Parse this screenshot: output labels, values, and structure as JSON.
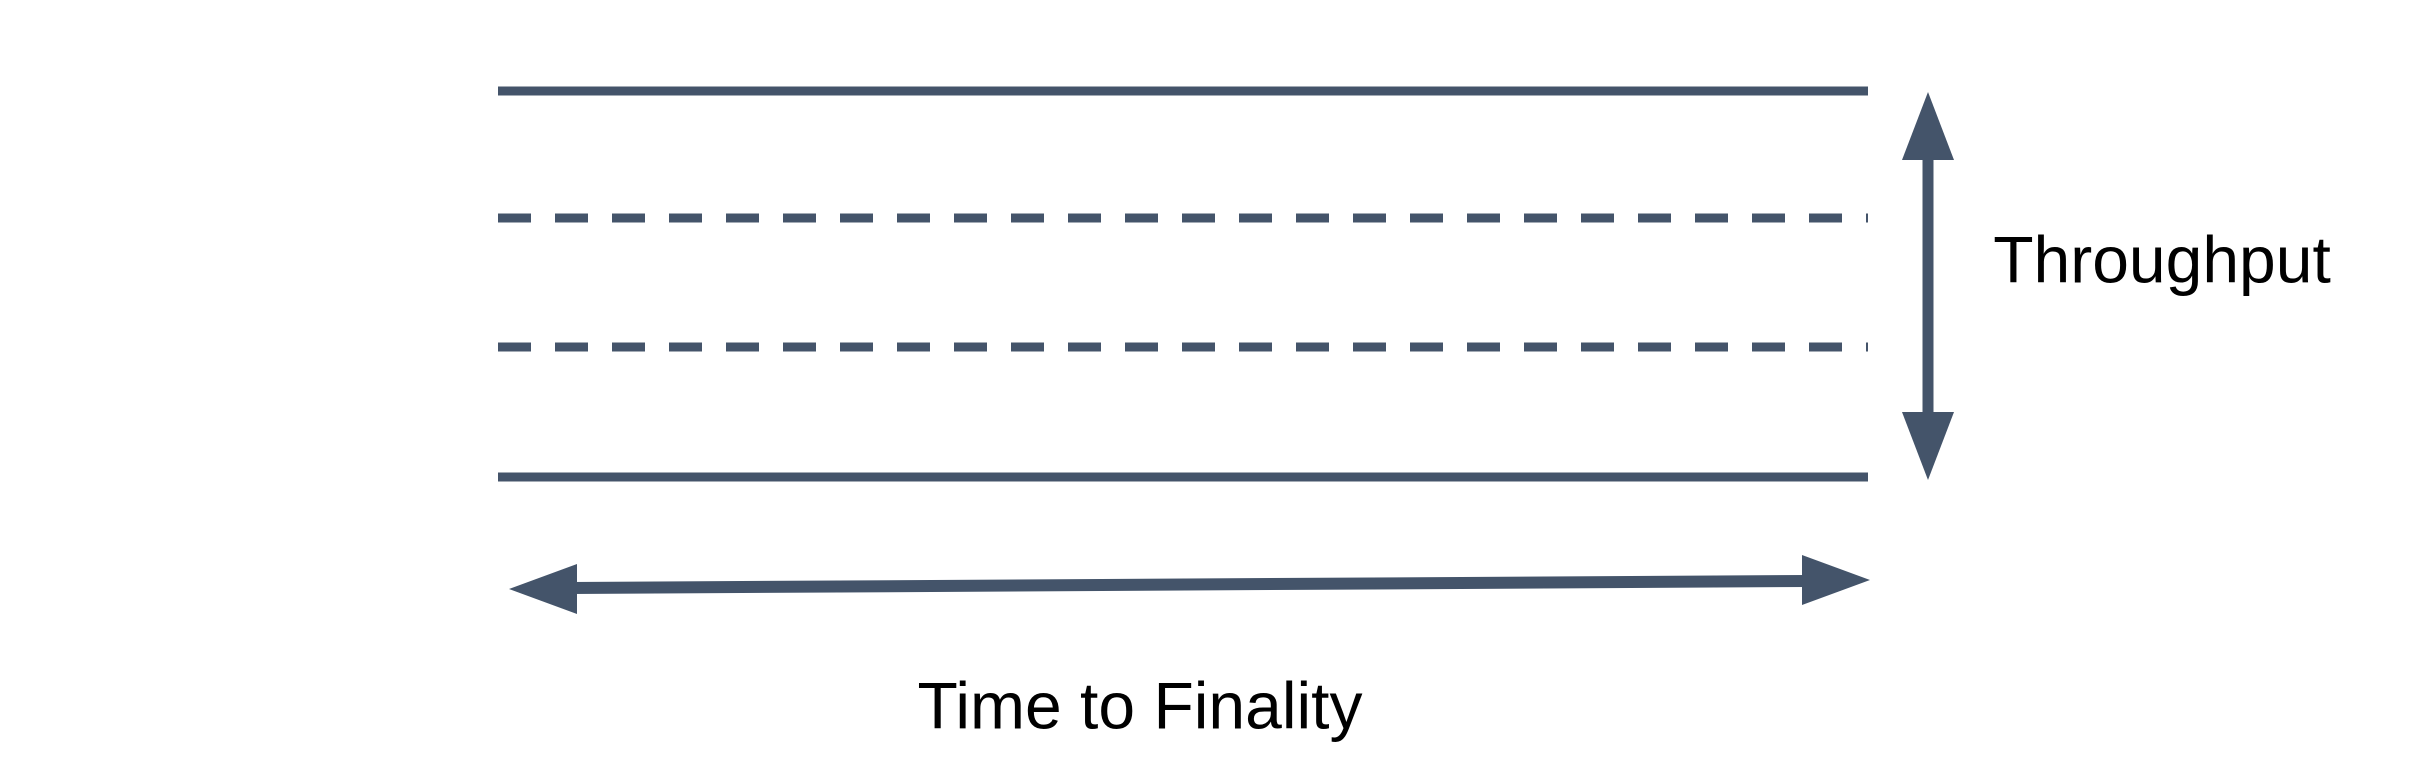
{
  "diagram": {
    "background_color": "#ffffff",
    "shape_color": "#44546a",
    "text_color": "#000000",
    "labels": {
      "throughput": "Throughput",
      "time_to_finality": "Time to Finality"
    },
    "elements": {
      "band_lines": [
        {
          "style": "solid",
          "role": "top-boundary"
        },
        {
          "style": "dashed",
          "role": "inner-level-1"
        },
        {
          "style": "dashed",
          "role": "inner-level-2"
        },
        {
          "style": "solid",
          "role": "bottom-boundary"
        }
      ],
      "throughput_arrow": "vertical double-headed arrow",
      "time_to_finality_arrow": "horizontal double-headed arrow"
    }
  }
}
